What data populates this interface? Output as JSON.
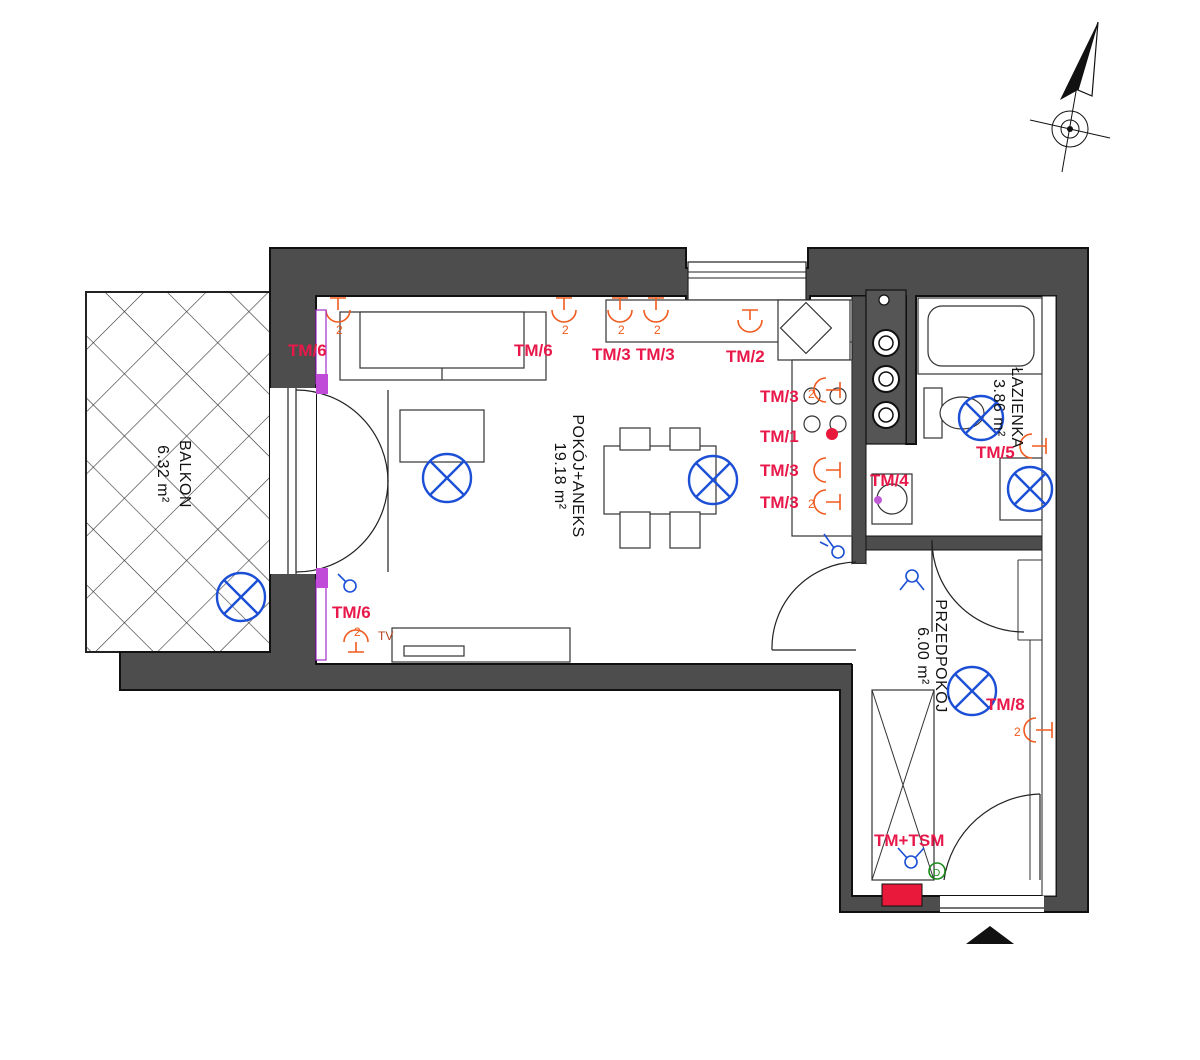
{
  "rooms": {
    "balkon": {
      "name": "BALKON",
      "area": "6.32 m²"
    },
    "pokoj": {
      "name": "POKÓJ+ANEKS",
      "area": "19.18 m²"
    },
    "lazienka": {
      "name": "ŁAZIENKA",
      "area": "3.86 m²"
    },
    "przedpokoj": {
      "name": "PRZEDPOKÓJ",
      "area": "6.00 m²"
    }
  },
  "labels": {
    "tm6_top": "TM/6",
    "tm6_mid": "TM/6",
    "tm3a": "TM/3",
    "tm3b": "TM/3",
    "tm2": "TM/2",
    "tm3_k1": "TM/3",
    "tm1": "TM/1",
    "tm3_k2": "TM/3",
    "tm3_k3": "TM/3",
    "tm4": "TM/4",
    "tm5": "TM/5",
    "tm6_bottom": "TM/6",
    "tm8": "TM/8",
    "tmtsm": "TM+TSM",
    "tv": "TV"
  },
  "colors": {
    "wall": "#4d4d4d",
    "socket_label": "#e8194a",
    "socket": "#f05a1e",
    "lamp": "#1b4fd6",
    "distribution_box": "#e8193a"
  },
  "icons": [
    "north-arrow-icon",
    "entrance-arrow-icon"
  ]
}
